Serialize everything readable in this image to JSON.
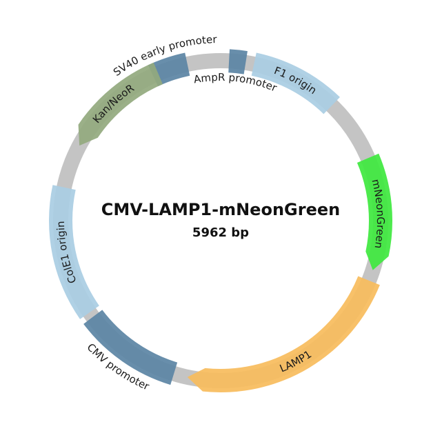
{
  "plasmid": {
    "name": "CMV-LAMP1-mNeonGreen",
    "size_label": "5962 bp",
    "backbone_color": "#c4c4c4"
  },
  "features": [
    {
      "id": "sv40-early-promoter",
      "label": "SV40 early promoter",
      "start_deg": -25,
      "end_deg": -12,
      "color": "#5b84a4",
      "shape": "box",
      "label_side": "outside",
      "text_dir": "cw"
    },
    {
      "id": "ampr-promoter",
      "label": "AmpR promoter",
      "start_deg": 3,
      "end_deg": 9,
      "color": "#5b84a4",
      "shape": "box",
      "label_side": "inside",
      "text_dir": "cw"
    },
    {
      "id": "f1-origin",
      "label": "F1 origin",
      "start_deg": 12,
      "end_deg": 44,
      "color": "#a9cde3",
      "shape": "box",
      "label_side": "on",
      "text_dir": "cw"
    },
    {
      "id": "mneongreen",
      "label": "mNeonGreen",
      "start_deg": 67,
      "end_deg": 108,
      "color": "#3ee83e",
      "shape": "arrow-cw",
      "label_side": "on",
      "text_dir": "cw"
    },
    {
      "id": "lamp1",
      "label": "LAMP1",
      "start_deg": 112,
      "end_deg": 192,
      "color": "#f7bc5c",
      "shape": "arrow-cw",
      "label_side": "on",
      "text_dir": "ccw"
    },
    {
      "id": "cmv-promoter",
      "label": "CMV promoter",
      "start_deg": 197,
      "end_deg": 233,
      "color": "#5b84a4",
      "shape": "box",
      "label_side": "outside",
      "text_dir": "ccw"
    },
    {
      "id": "cole1-origin",
      "label": "ColE1 origin",
      "start_deg": 235,
      "end_deg": 282,
      "color": "#a9cde3",
      "shape": "box",
      "label_side": "on",
      "text_dir": "cw"
    },
    {
      "id": "kan-neor",
      "label": "Kan/NeoR",
      "start_deg": 298,
      "end_deg": 337,
      "color": "#93a97e",
      "shape": "arrow-ccw",
      "label_side": "on",
      "text_dir": "cw"
    }
  ]
}
